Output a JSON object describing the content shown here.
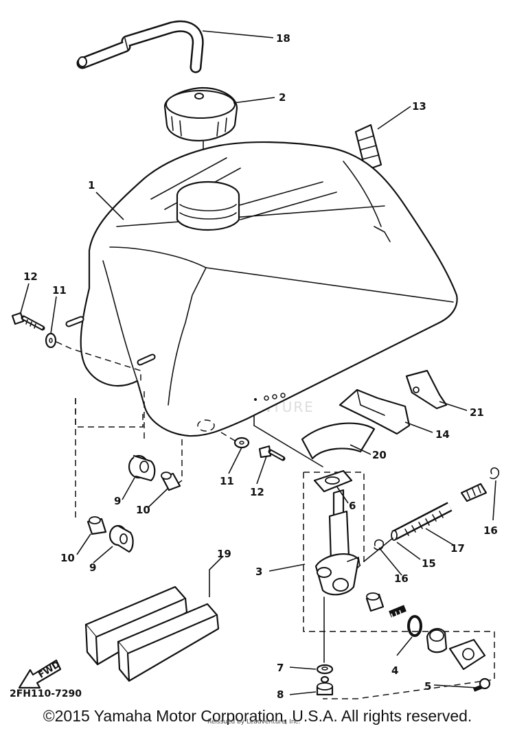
{
  "diagram": {
    "callouts": [
      "1",
      "2",
      "3",
      "4",
      "5",
      "6",
      "7",
      "8",
      "9",
      "9",
      "10",
      "10",
      "11",
      "11",
      "12",
      "12",
      "13",
      "14",
      "15",
      "16",
      "16",
      "17",
      "18",
      "19",
      "20",
      "21"
    ],
    "drawing_code": "2FH110-7290",
    "direction_label": "FWD",
    "watermark_text": "PARTVENTURE",
    "watermark_fine": "Reissued by Leadventure, Inc."
  },
  "footer": {
    "copyright": "©2015 Yamaha Motor Corporation, U.S.A. All rights reserved."
  },
  "colors": {
    "line": "#111111",
    "background": "#ffffff",
    "watermark": "#d8d8d8"
  }
}
